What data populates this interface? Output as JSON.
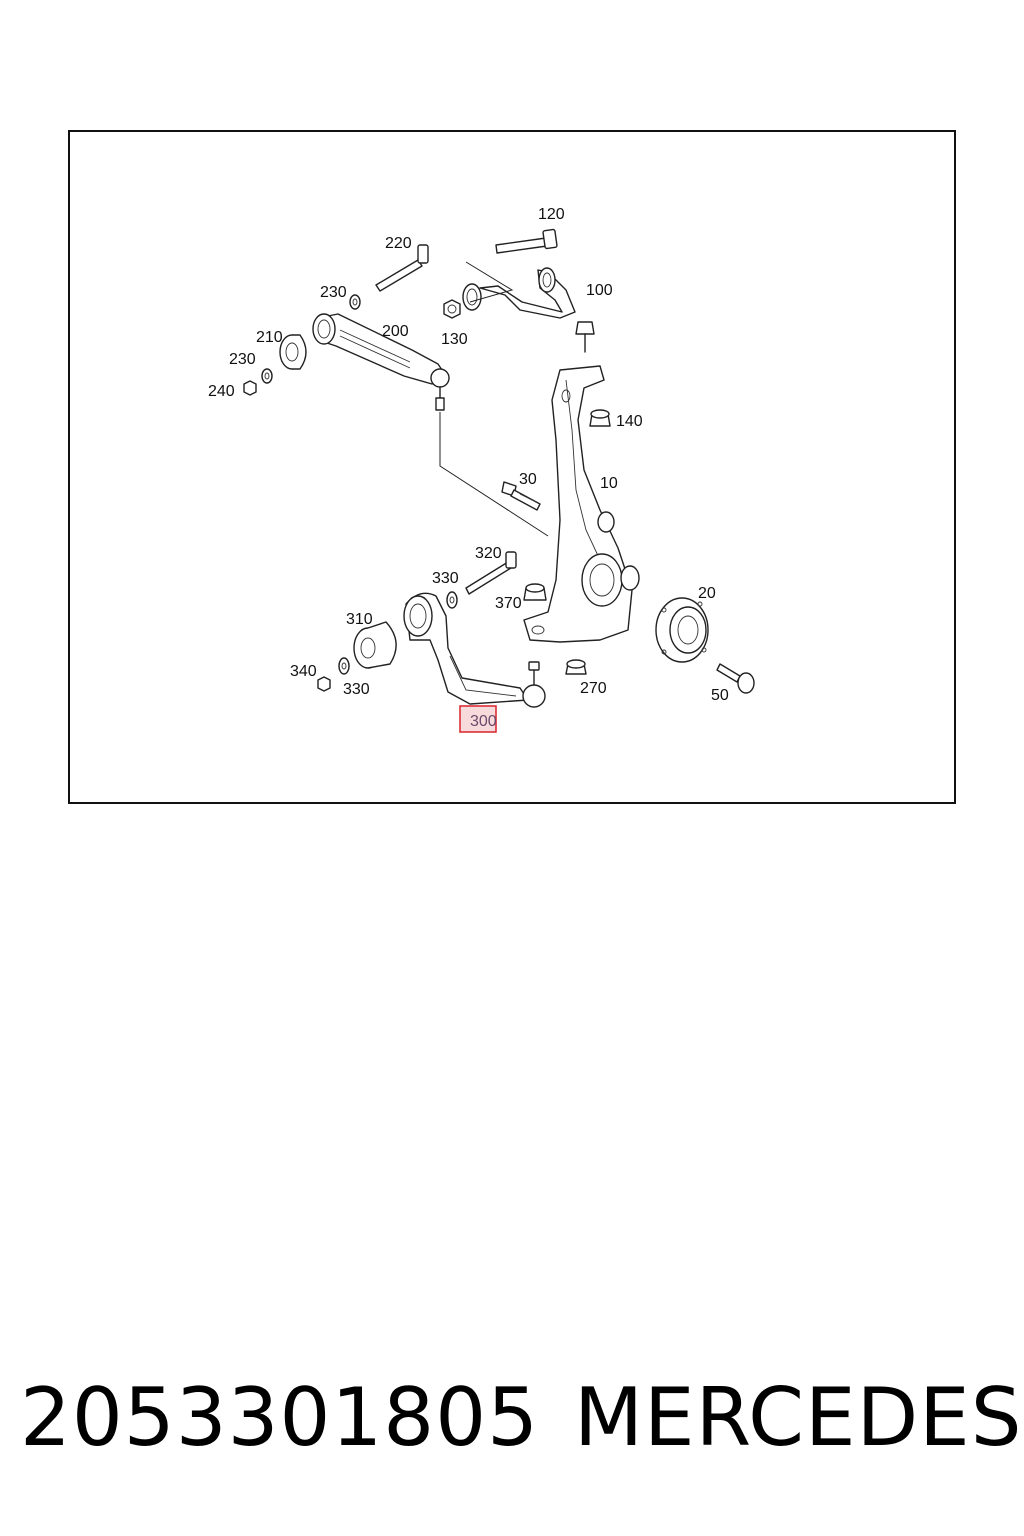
{
  "diagram": {
    "callouts": {
      "c120": "120",
      "c220": "220",
      "c100": "100",
      "c230a": "230",
      "c200": "200",
      "c130": "130",
      "c210": "210",
      "c230b": "230",
      "c240": "240",
      "c140": "140",
      "c30": "30",
      "c10": "10",
      "c320": "320",
      "c330a": "330",
      "c370": "370",
      "c310": "310",
      "c20": "20",
      "c340": "340",
      "c330b": "330",
      "c270": "270",
      "c50": "50",
      "c300": "300"
    },
    "highlighted_callout": "300",
    "highlight_color": "#d8232a"
  },
  "footer": {
    "part_number": "2053301805",
    "brand": "MERCEDES"
  }
}
